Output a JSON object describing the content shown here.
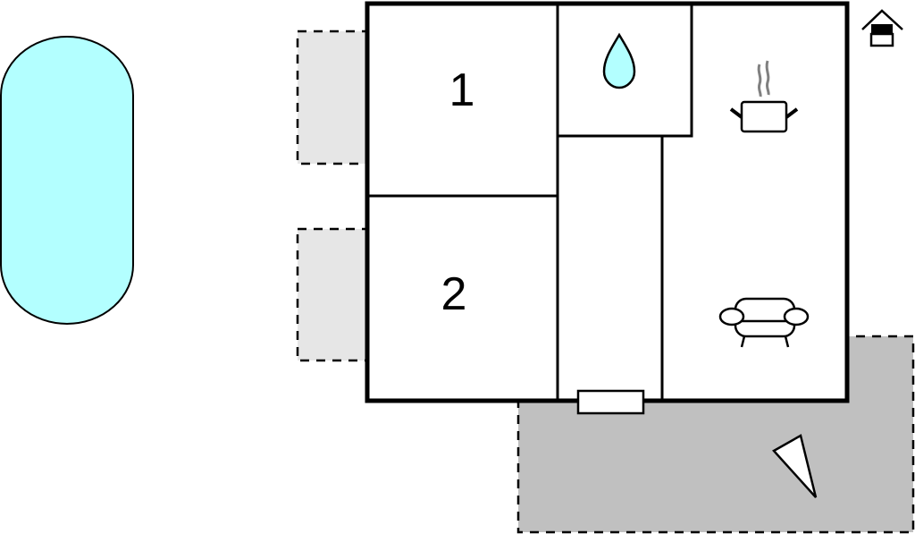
{
  "floorplan": {
    "rooms": [
      {
        "id": "bedroom-1",
        "label": "1"
      },
      {
        "id": "bedroom-2",
        "label": "2"
      }
    ],
    "icons": {
      "compass": "house-orientation-icon",
      "bathroom": "water-drop-icon",
      "kitchen": "cooking-pot-icon",
      "living": "sofa-icon",
      "entrance": "door-icon",
      "terrace_view": "viewpoint-triangle-icon"
    },
    "areas": {
      "pool": "swimming-pool",
      "terrace_main": "covered-terrace",
      "terrace_side_top": "side-terrace-top",
      "terrace_side_bottom": "side-terrace-bottom"
    },
    "colors": {
      "pool_fill": "#b3ffff",
      "water_fill": "#b3ffff",
      "side_terrace_fill": "#e6e6e6",
      "main_terrace_fill": "#c0c0c0",
      "wall": "#000000",
      "steam": "#808080"
    }
  }
}
